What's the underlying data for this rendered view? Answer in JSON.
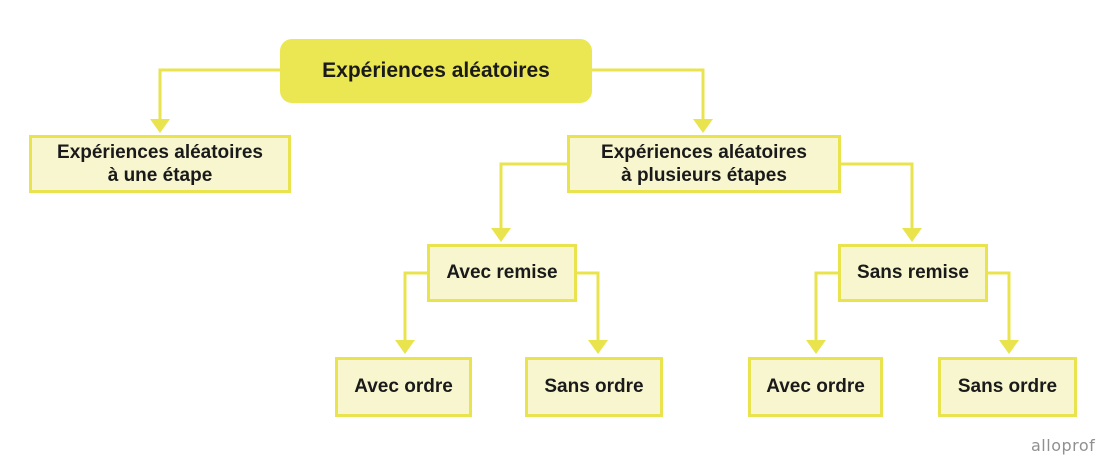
{
  "diagram": {
    "watermark": "alloprof",
    "colors": {
      "solid_yellow": "#EAE753",
      "pale_yellow_fill": "#F8F6CF",
      "border_line_yellow": "#E9E44E",
      "text_black": "#1A1A1A",
      "watermark_gray": "#909090"
    },
    "nodes": {
      "root": {
        "label": "Expériences aléatoires"
      },
      "une_etape": {
        "line1": "Expériences aléatoires",
        "line2": "à une étape"
      },
      "plusieurs_etapes": {
        "line1": "Expériences aléatoires",
        "line2": "à plusieurs étapes"
      },
      "avec_remise": {
        "label": "Avec remise"
      },
      "sans_remise": {
        "label": "Sans remise"
      },
      "avec_ordre_gauche": {
        "label": "Avec ordre"
      },
      "sans_ordre_gauche": {
        "label": "Sans ordre"
      },
      "avec_ordre_droite": {
        "label": "Avec ordre"
      },
      "sans_ordre_droite": {
        "label": "Sans ordre"
      }
    }
  }
}
